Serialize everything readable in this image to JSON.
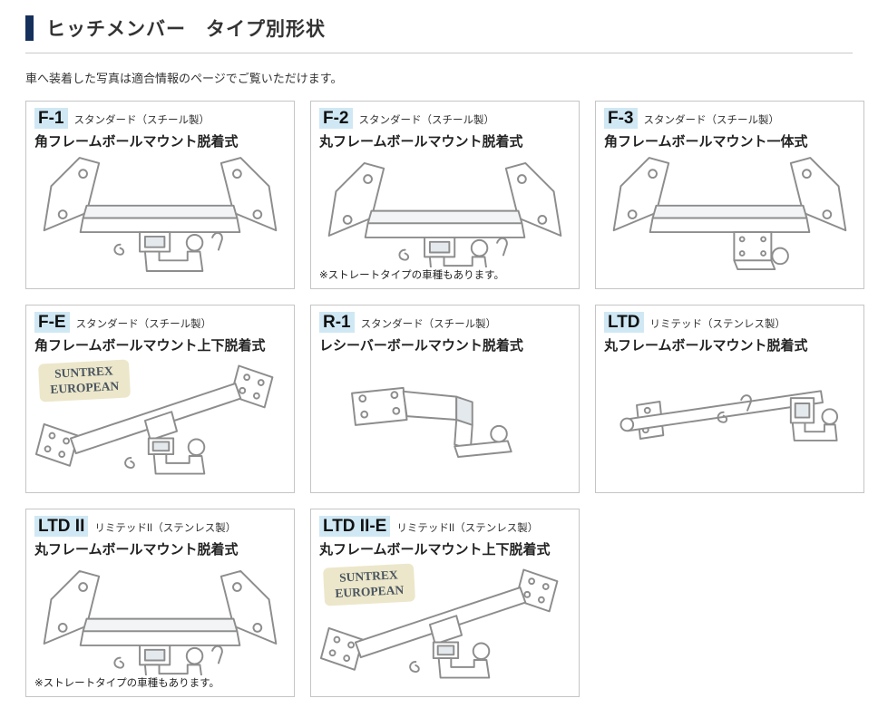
{
  "header": {
    "title": "ヒッチメンバー　タイプ別形状"
  },
  "intro": {
    "note": "車へ装着した写真は適合情報のページでご覧いただけます。"
  },
  "suntrex_badge": {
    "line1": "SUNTREX",
    "line2": "EUROPEAN"
  },
  "colors": {
    "accent_bar": "#16305c",
    "code_badge_bg": "#cfe8f4",
    "suntrex_badge_bg": "#ece7ca",
    "diagram_stroke": "#8d8d8d"
  },
  "cards": [
    {
      "code": "F-1",
      "grade": "スタンダード（スチール製）",
      "desc": "角フレームボールマウント脱着式"
    },
    {
      "code": "F-2",
      "grade": "スタンダード（スチール製）",
      "desc": "丸フレームボールマウント脱着式",
      "note": "※ストレートタイプの車種もあります。"
    },
    {
      "code": "F-3",
      "grade": "スタンダード（スチール製）",
      "desc": "角フレームボールマウント一体式"
    },
    {
      "code": "F-E",
      "grade": "スタンダード（スチール製）",
      "desc": "角フレームボールマウント上下脱着式",
      "badge": "SUNTREX EUROPEAN"
    },
    {
      "code": "R-1",
      "grade": "スタンダード（スチール製）",
      "desc": "レシーバーボールマウント脱着式"
    },
    {
      "code": "LTD",
      "grade": "リミテッド（ステンレス製）",
      "desc": "丸フレームボールマウント脱着式"
    },
    {
      "code": "LTD II",
      "grade": "リミテッドII（ステンレス製）",
      "desc": "丸フレームボールマウント脱着式",
      "note": "※ストレートタイプの車種もあります。"
    },
    {
      "code": "LTD II-E",
      "grade": "リミテッドII（ステンレス製）",
      "desc": "丸フレームボールマウント上下脱着式",
      "badge": "SUNTREX EUROPEAN"
    }
  ]
}
